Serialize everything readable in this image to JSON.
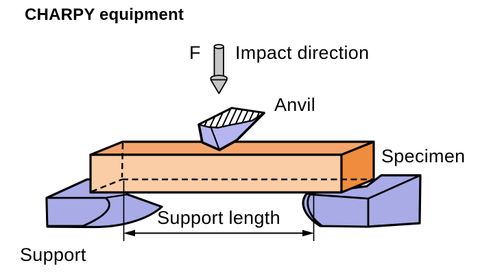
{
  "title": "CHARPY equipment",
  "labels": {
    "force": "F",
    "impact_direction": "Impact direction",
    "anvil": "Anvil",
    "specimen": "Specimen",
    "support_length": "Support length",
    "support": "Support"
  },
  "colors": {
    "background": "#FFFFFF",
    "outline": "#000000",
    "specimen_front": "#FBCDA6",
    "specimen_top": "#F5A56C",
    "specimen_end": "#F08C3D",
    "support": "#A9ABE7",
    "anvil": "#B5B6EF",
    "impact_arrow": "#C6C6C6",
    "impact_arrow_top": "#DBDBDB"
  }
}
